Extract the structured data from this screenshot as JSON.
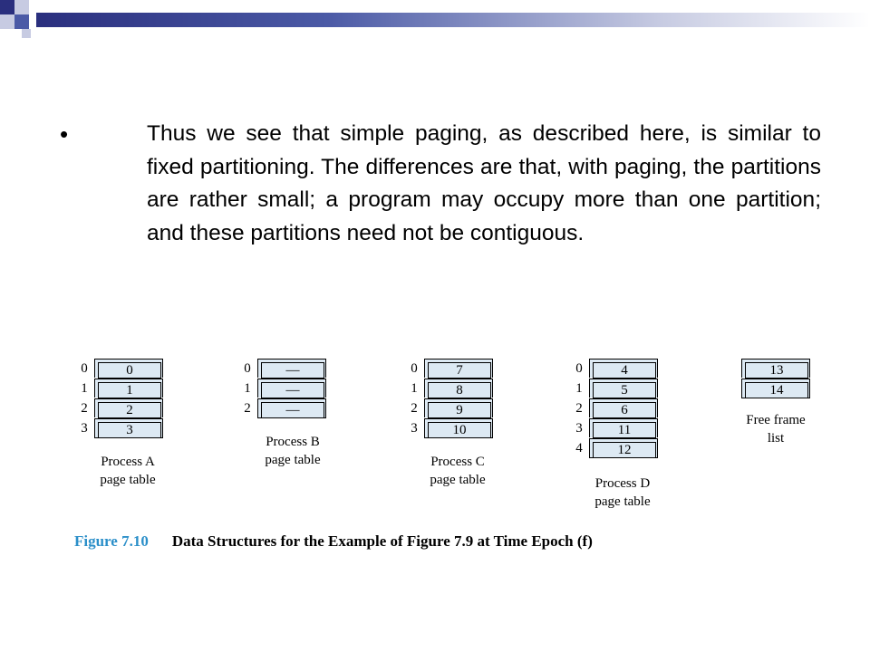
{
  "bullet": {
    "symbol": "•",
    "text": "Thus we see that simple paging, as described here, is similar to fixed partitioning. The differences are that, with paging, the partitions are rather small; a program may occupy more than one partition; and these partitions need not be contiguous."
  },
  "figure": {
    "tables": [
      {
        "id": "a",
        "indices": [
          "0",
          "1",
          "2",
          "3"
        ],
        "entries": [
          "0",
          "1",
          "2",
          "3"
        ],
        "caption_line1": "Process A",
        "caption_line2": "page table"
      },
      {
        "id": "b",
        "indices": [
          "0",
          "1",
          "2"
        ],
        "entries": [
          "—",
          "—",
          "—"
        ],
        "caption_line1": "Process B",
        "caption_line2": "page table"
      },
      {
        "id": "c",
        "indices": [
          "0",
          "1",
          "2",
          "3"
        ],
        "entries": [
          "7",
          "8",
          "9",
          "10"
        ],
        "caption_line1": "Process C",
        "caption_line2": "page table"
      },
      {
        "id": "d",
        "indices": [
          "0",
          "1",
          "2",
          "3",
          "4"
        ],
        "entries": [
          "4",
          "5",
          "6",
          "11",
          "12"
        ],
        "caption_line1": "Process D",
        "caption_line2": "page table"
      },
      {
        "id": "free",
        "indices": [
          "",
          ""
        ],
        "entries": [
          "13",
          "14"
        ],
        "caption_line1": "Free frame",
        "caption_line2": "list"
      }
    ],
    "caption_number": "Figure 7.10",
    "caption_text": "Data Structures for the Example of Figure 7.9 at Time Epoch (f)"
  },
  "colors": {
    "cell_fill": "#dde9f3",
    "caption_number": "#2b8fc9",
    "bar_dark": "#2a2f7e"
  }
}
